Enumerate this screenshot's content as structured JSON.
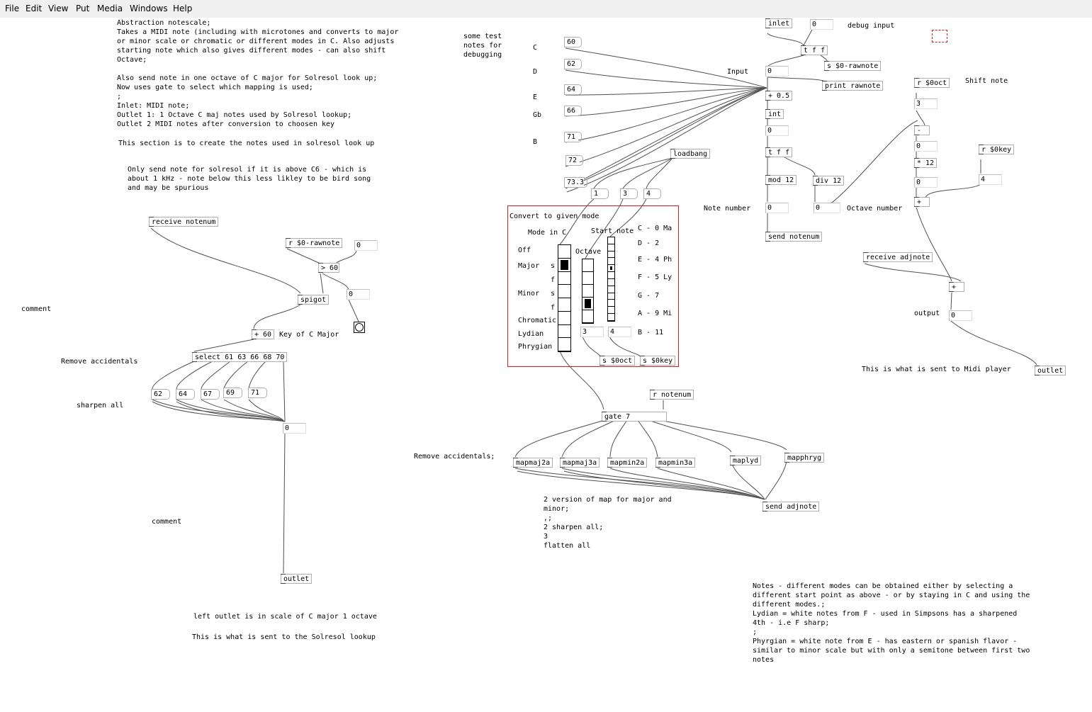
{
  "menu": [
    "File",
    "Edit",
    "View",
    "Put",
    "Media",
    "Windows",
    "Help"
  ],
  "comments": {
    "header": "Abstraction notescale;\nTakes a MIDI note (including with microtones and converts to major\nor minor scale or chromatic or different modes in C. Also adjusts\nstarting note which also gives different modes - can also shift\nOctave;\n\nAlso send note in one octave of C major for Solresol look up;\nNow uses gate to select which mapping is used;\n;\nInlet: MIDI note;\nOutlet 1: 1 Octave C maj notes used by Solresol lookup;\nOutlet 2 MIDI notes after conversion to choosen key",
    "section": "This section is to create the notes used in solresol look up",
    "only_send": "Only send note for solresol if it is above C6 - which is\nabout 1 kHz - note below this less likley to be bird song\nand may be spurious",
    "comment1": "comment",
    "comment2": "comment",
    "remove_acc": "Remove accidentals",
    "remove_acc2": "Remove accidentals;",
    "sharpen_all": "sharpen all",
    "key_c": "Key of C Major",
    "left_outlet": "left outlet is in scale of C major 1 octave",
    "sent_solresol": "This is what is sent to the Solresol lookup",
    "test_notes": "some test\nnotes for\ndebugging",
    "input": "Input",
    "debug_input": "debug input",
    "note_number": "Note number",
    "octave_number": "Octave number",
    "shift_note": "Shift note",
    "output": "output",
    "sent_midi": "This is what is sent to Midi player",
    "versions": "2 version of map for major and\nminor;\n,;\n2 sharpen all;\n3\nflatten all",
    "notes": "Notes - different modes can be obtained either by selecting a\ndifferent start point as above - or by staying in C and using the\ndifferent modes.;\nLydian = white notes from F - used in Simpsons has a sharpened\n4th - i.e F sharp;\n;\nPhyrgian = white note from E - has eastern or spanish flavor -\nsimilar to minor scale but with only a semitone between first two\nnotes",
    "note_C": "C",
    "note_D": "D",
    "note_E": "E",
    "note_Gb": "Gb",
    "note_B": "B"
  },
  "gop": {
    "title": "Convert to given mode",
    "mode_in_c": "Mode in C",
    "octave": "Octave",
    "start_note": "Start note",
    "modes": [
      "Off",
      "Major",
      "s",
      "f",
      "Minor",
      "s",
      "f",
      "Chromatic",
      "Lydian",
      "Phrygian"
    ],
    "start_notes": [
      "C - 0 Ma",
      "D - 2",
      "E - 4 Ph",
      "F - 5 Ly",
      "G - 7",
      "A - 9 Mi",
      "B - 11"
    ],
    "mode_selected_index": 1,
    "octave_selected_index": 3,
    "start_selected_index": 4,
    "octave_value": "3",
    "key_value": "4",
    "send_oct": "s $0oct",
    "send_key": "s $0key"
  },
  "objects": {
    "receive_notenum": "receive notenum",
    "r_rawnote": "r $0-rawnote",
    "gt60": "> 60",
    "spigot": "spigot",
    "plus60": "+ 60",
    "select": "select 61 63 66 68 70",
    "outlet_left": "outlet",
    "inlet": "inlet",
    "tff1": "t f f",
    "s_rawnote": "s $0-rawnote",
    "print_rawnote": "print rawnote",
    "plus05": "+ 0.5",
    "int": "int",
    "tff2": "t f f",
    "mod12": "mod 12",
    "div12": "div 12",
    "send_notenum": "send notenum",
    "loadbang": "loadbang",
    "r_oct": "r $0oct",
    "minus": "-",
    "times12": "* 12",
    "r_key": "r $0key",
    "plus": "+",
    "receive_adjnote": "receive adjnote",
    "plus_out": "+",
    "outlet_right": "outlet",
    "r_notenum": "r notenum",
    "gate7": "gate 7",
    "mapmaj2a": "mapmaj2a",
    "mapmaj3a": "mapmaj3a",
    "mapmin2a": "mapmin2a",
    "mapmin3a": "mapmin3a",
    "maplyd": "maplyd",
    "mapphryg": "mapphryg",
    "send_adjnote": "send adjnote"
  },
  "messages": {
    "test": [
      "60",
      "62",
      "64",
      "66",
      "71",
      "72",
      "73.3"
    ],
    "loadbang_out": [
      "1",
      "3",
      "4"
    ],
    "sharps": [
      "62",
      "64",
      "67",
      "69",
      "71"
    ]
  },
  "numbers": {
    "raw_num": "0",
    "spigot_num": "0",
    "result_num": "0",
    "debug_num": "0",
    "input_num": "0",
    "int_num": "0",
    "mod_num": "0",
    "div_num": "0",
    "oct_num": "3",
    "minus_num": "0",
    "times_num": "0",
    "key_num": "4",
    "out_num": "0"
  }
}
